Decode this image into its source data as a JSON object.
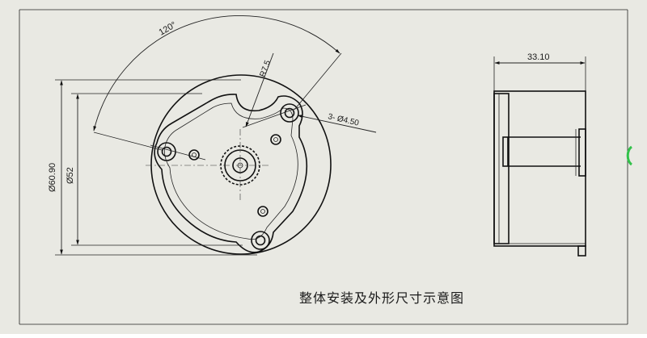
{
  "drawing": {
    "caption": "整体安装及外形尺寸示意图",
    "background_color": "#e9e9e3",
    "line_color": "#111111"
  },
  "dimensions": {
    "angle": "120°",
    "fillet_radius": "R7.5",
    "hole_callout": "3-  Ø4.50",
    "outer_diameter": "Ø60.90",
    "pitch_diameter": "Ø52",
    "length": "33.10"
  }
}
